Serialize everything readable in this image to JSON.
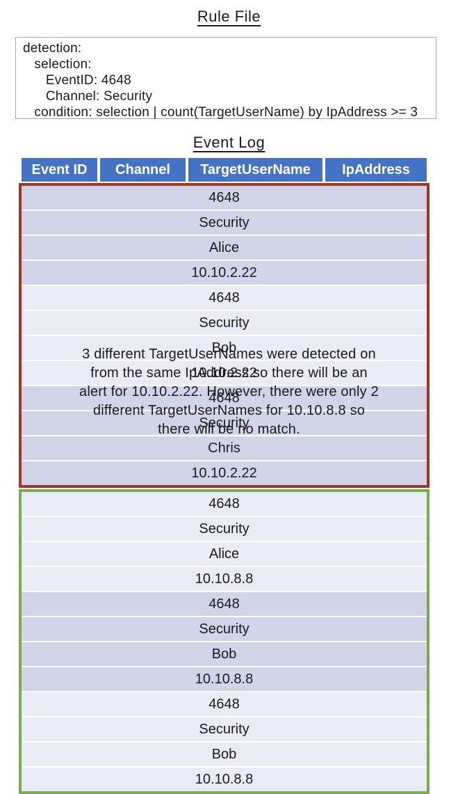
{
  "colors": {
    "header_bg": "#4472C4",
    "header_text": "#FFFFFF",
    "band_dark": "#D0D5E9",
    "band_light": "#E9EBF6",
    "alert_border": "#A63324",
    "no_match_border": "#79AC4D",
    "rule_box_border": "#A6A6A6",
    "text": "#1A1A1A"
  },
  "rule_file": {
    "title": "Rule File",
    "code_lines": [
      "detection:",
      "   selection:",
      "      EventID: 4648",
      "      Channel: Security",
      "   condition: selection | count(TargetUserName) by IpAddress >= 3"
    ]
  },
  "event_log": {
    "title": "Event Log",
    "headers": [
      "Event ID",
      "Channel",
      "TargetUserName",
      "IpAddress"
    ],
    "alert_group_rows": [
      [
        "4648",
        "Security",
        "Alice",
        "10.10.2.22"
      ],
      [
        "4648",
        "Security",
        "Bob",
        "10.10.2.22"
      ],
      [
        "4648",
        "Security",
        "Chris",
        "10.10.2.22"
      ]
    ],
    "no_match_group_rows": [
      [
        "4648",
        "Security",
        "Alice",
        "10.10.8.8"
      ],
      [
        "4648",
        "Security",
        "Bob",
        "10.10.8.8"
      ],
      [
        "4648",
        "Security",
        "Bob",
        "10.10.8.8"
      ]
    ]
  },
  "caption": {
    "lines": [
      "3 different TargetUserNames were detected on",
      "from the same IpAddress so there will be an",
      "alert for 10.10.2.22. However, there were only 2",
      "different TargetUserNames for 10.10.8.8 so",
      "there will be no match."
    ]
  }
}
